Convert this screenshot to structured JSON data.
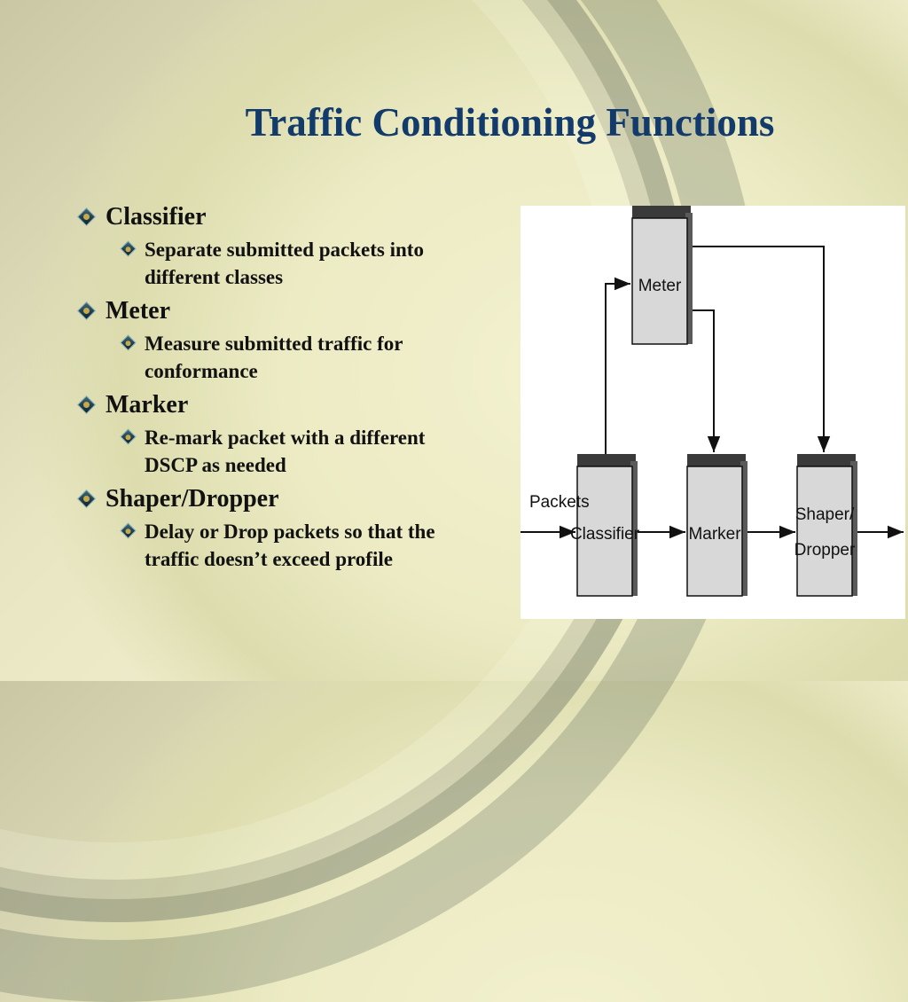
{
  "slide": {
    "title": "Traffic Conditioning Functions",
    "bullets": [
      {
        "heading": "Classifier",
        "detail": [
          "Separate submitted packets into",
          "different classes"
        ]
      },
      {
        "heading": "Meter",
        "detail": [
          "Measure submitted traffic for",
          "conformance"
        ]
      },
      {
        "heading": "Marker",
        "detail": [
          "Re-mark packet with a different",
          "DSCP as needed"
        ]
      },
      {
        "heading": "Shaper/Dropper",
        "detail": [
          "Delay or Drop packets so that the",
          "traffic doesn’t exceed profile"
        ]
      }
    ]
  },
  "diagram": {
    "input_label": "Packets",
    "blocks": {
      "meter": "Meter",
      "classifier": "Classifier",
      "marker": "Marker",
      "shaper_line1": "Shaper/",
      "shaper_line2": "Dropper"
    },
    "colors": {
      "block_fill": "#d8d8d8",
      "block_top": "#3a3a3a",
      "block_side": "#5a5a5a",
      "stroke": "#111111"
    }
  },
  "theme": {
    "title_color": "#123a6b",
    "text_color": "#111111"
  }
}
